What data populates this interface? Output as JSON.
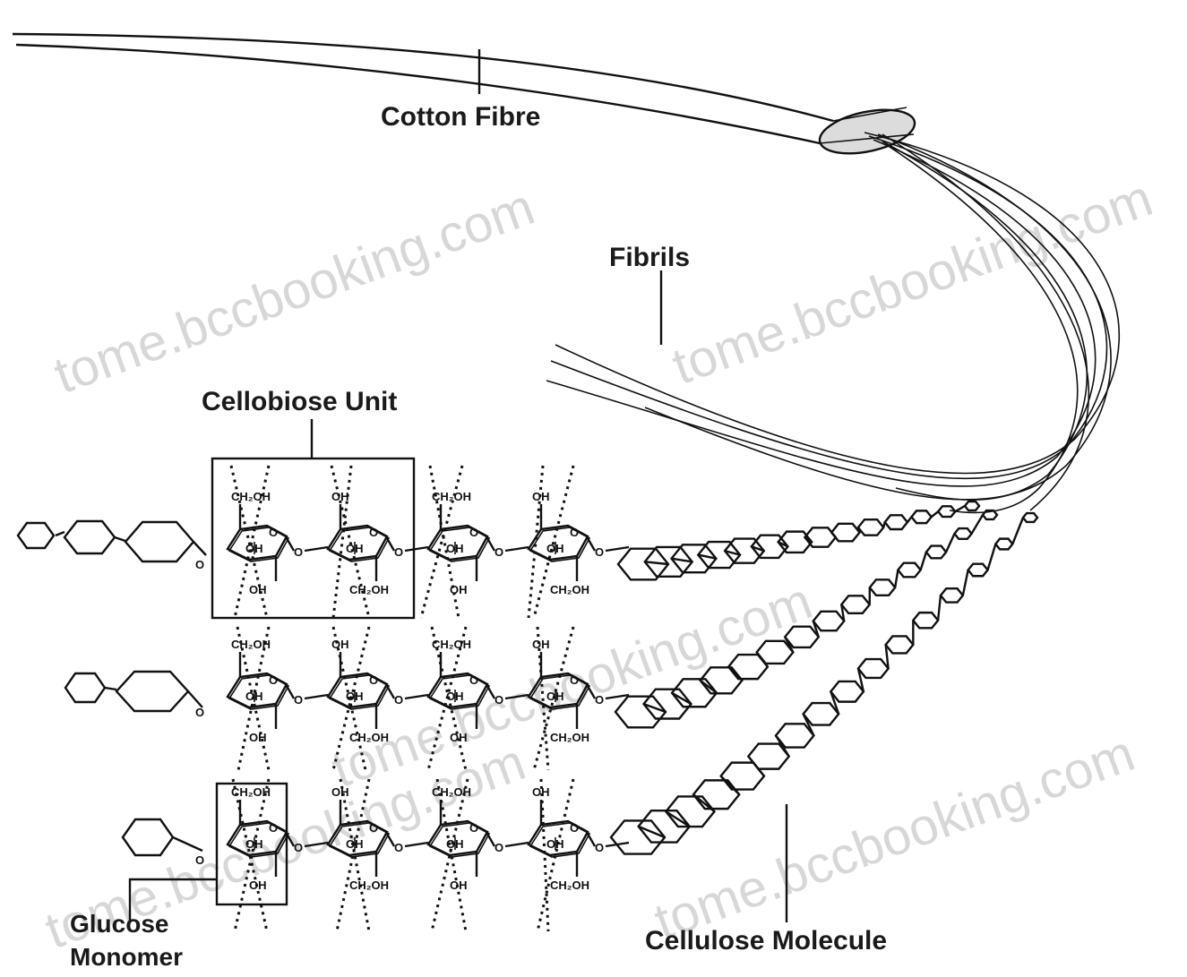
{
  "labels": {
    "cotton_fibre": "Cotton Fibre",
    "fibrils": "Fibrils",
    "cellobiose_unit": "Cellobiose Unit",
    "glucose_line1": "Glucose",
    "glucose_line2": "Monomer",
    "cellulose_molecule": "Cellulose Molecule"
  },
  "chemistry": {
    "ch2oh": "CH₂OH",
    "oh": "OH",
    "o": "O"
  },
  "watermark": "tome.bccbooking.com",
  "colors": {
    "ink": "#111111",
    "watermark": "#b8b8b8",
    "background": "#ffffff"
  }
}
